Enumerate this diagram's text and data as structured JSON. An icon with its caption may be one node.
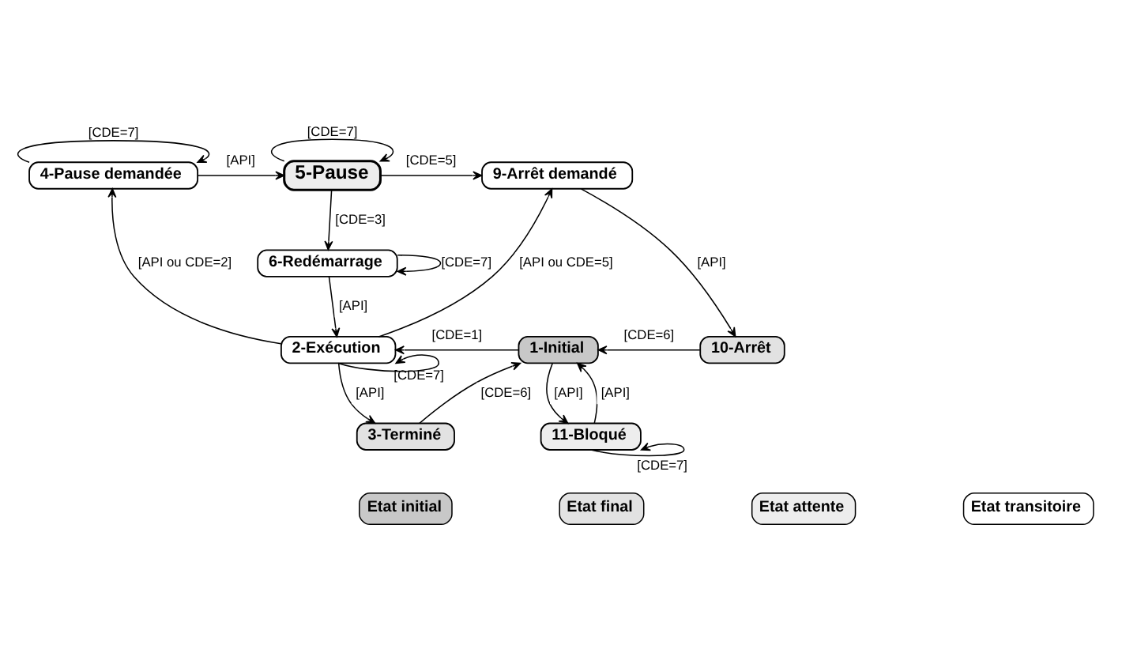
{
  "diagram": {
    "nodes": [
      {
        "text": [
          "4-Pause demandée"
        ]
      },
      {
        "text": [
          "5-Pause"
        ]
      },
      {
        "text": [
          "9-Arrêt demandé"
        ]
      },
      {
        "text": [
          "6-Redémarrage"
        ]
      },
      {
        "text": [
          "2-Exécution"
        ]
      },
      {
        "text": [
          "1-Initial"
        ]
      },
      {
        "text": [
          "10-Arrêt"
        ]
      },
      {
        "text": [
          "11-Bloqué"
        ]
      },
      {
        "text": [
          "3-Terminé"
        ]
      }
    ],
    "edges": [
      {
        "from": 0,
        "to": 0,
        "arrow": "to",
        "label": "[CDE=7]"
      },
      {
        "from": 0,
        "to": 1,
        "arrow": "to",
        "label": "[API]"
      },
      {
        "from": 1,
        "to": 1,
        "arrow": "to",
        "label": "[CDE=7]"
      },
      {
        "from": 1,
        "to": 2,
        "arrow": "to",
        "label": "[CDE=5]"
      },
      {
        "from": 1,
        "to": 3,
        "arrow": "to",
        "label": "[CDE=3]"
      },
      {
        "from": 3,
        "to": 3,
        "arrow": "to",
        "label": "[CDE=7]"
      },
      {
        "from": 3,
        "to": 4,
        "arrow": "to",
        "label": "[API]"
      },
      {
        "from": 4,
        "to": 0,
        "arrow": "to",
        "label": "[API ou CDE=2]"
      },
      {
        "from": 4,
        "to": 2,
        "arrow": "to",
        "label": "[API ou CDE=5]"
      },
      {
        "from": 2,
        "to": 6,
        "arrow": "to",
        "label": "[API]"
      },
      {
        "from": 5,
        "to": 4,
        "arrow": "to",
        "label": "[CDE=1]"
      },
      {
        "from": 6,
        "to": 5,
        "arrow": "to",
        "label": "[CDE=6]"
      },
      {
        "from": 4,
        "to": 4,
        "arrow": "to",
        "label": "[CDE=7]"
      },
      {
        "from": 5,
        "to": 7,
        "arrow": "to",
        "label": "[API]"
      },
      {
        "from": 7,
        "to": 5,
        "arrow": "to",
        "label": "[API]"
      },
      {
        "from": 8,
        "to": 5,
        "arrow": "to",
        "label": "[CDE=6]"
      },
      {
        "from": 4,
        "to": 8,
        "arrow": "to",
        "label": "[API]"
      },
      {
        "from": 7,
        "to": 7,
        "arrow": "to",
        "label": "[CDE=7]"
      }
    ],
    "legend": [
      {
        "text": "Etat initial"
      },
      {
        "text": "Etat final"
      },
      {
        "text": "Etat attente"
      },
      {
        "text": "Etat transitoire"
      }
    ]
  }
}
